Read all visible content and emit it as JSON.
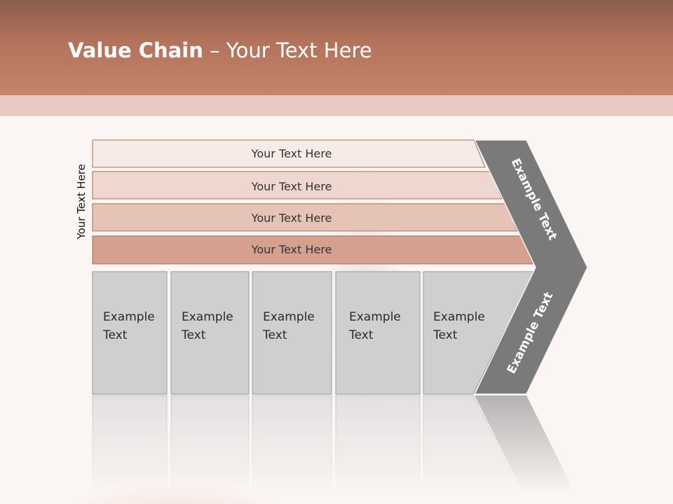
{
  "slide": {
    "title_bold": "Value Chain",
    "title_rest": " – Your Text Here",
    "side_label": "Your Text Here"
  },
  "rows": [
    {
      "label": "Your Text Here",
      "color": "#f7ebe7"
    },
    {
      "label": "Your Text Here",
      "color": "#eed7cf"
    },
    {
      "label": "Your Text Here",
      "color": "#e5c3b7"
    },
    {
      "label": "Your Text Here",
      "color": "#d5a08d"
    }
  ],
  "columns": [
    {
      "line1": "Example",
      "line2": "Text"
    },
    {
      "line1": "Example",
      "line2": "Text"
    },
    {
      "line1": "Example",
      "line2": "Text"
    },
    {
      "line1": "Example",
      "line2": "Text"
    },
    {
      "line1": "Example",
      "line2": "Text"
    }
  ],
  "arrow": {
    "upper_label": "Example Text",
    "lower_label": "Example Text",
    "color": "#7a7a7a"
  },
  "colors": {
    "cell_fill": "#cfcfcf",
    "cell_stroke": "#9a9a9a",
    "row_stroke": "#a86f5a"
  }
}
